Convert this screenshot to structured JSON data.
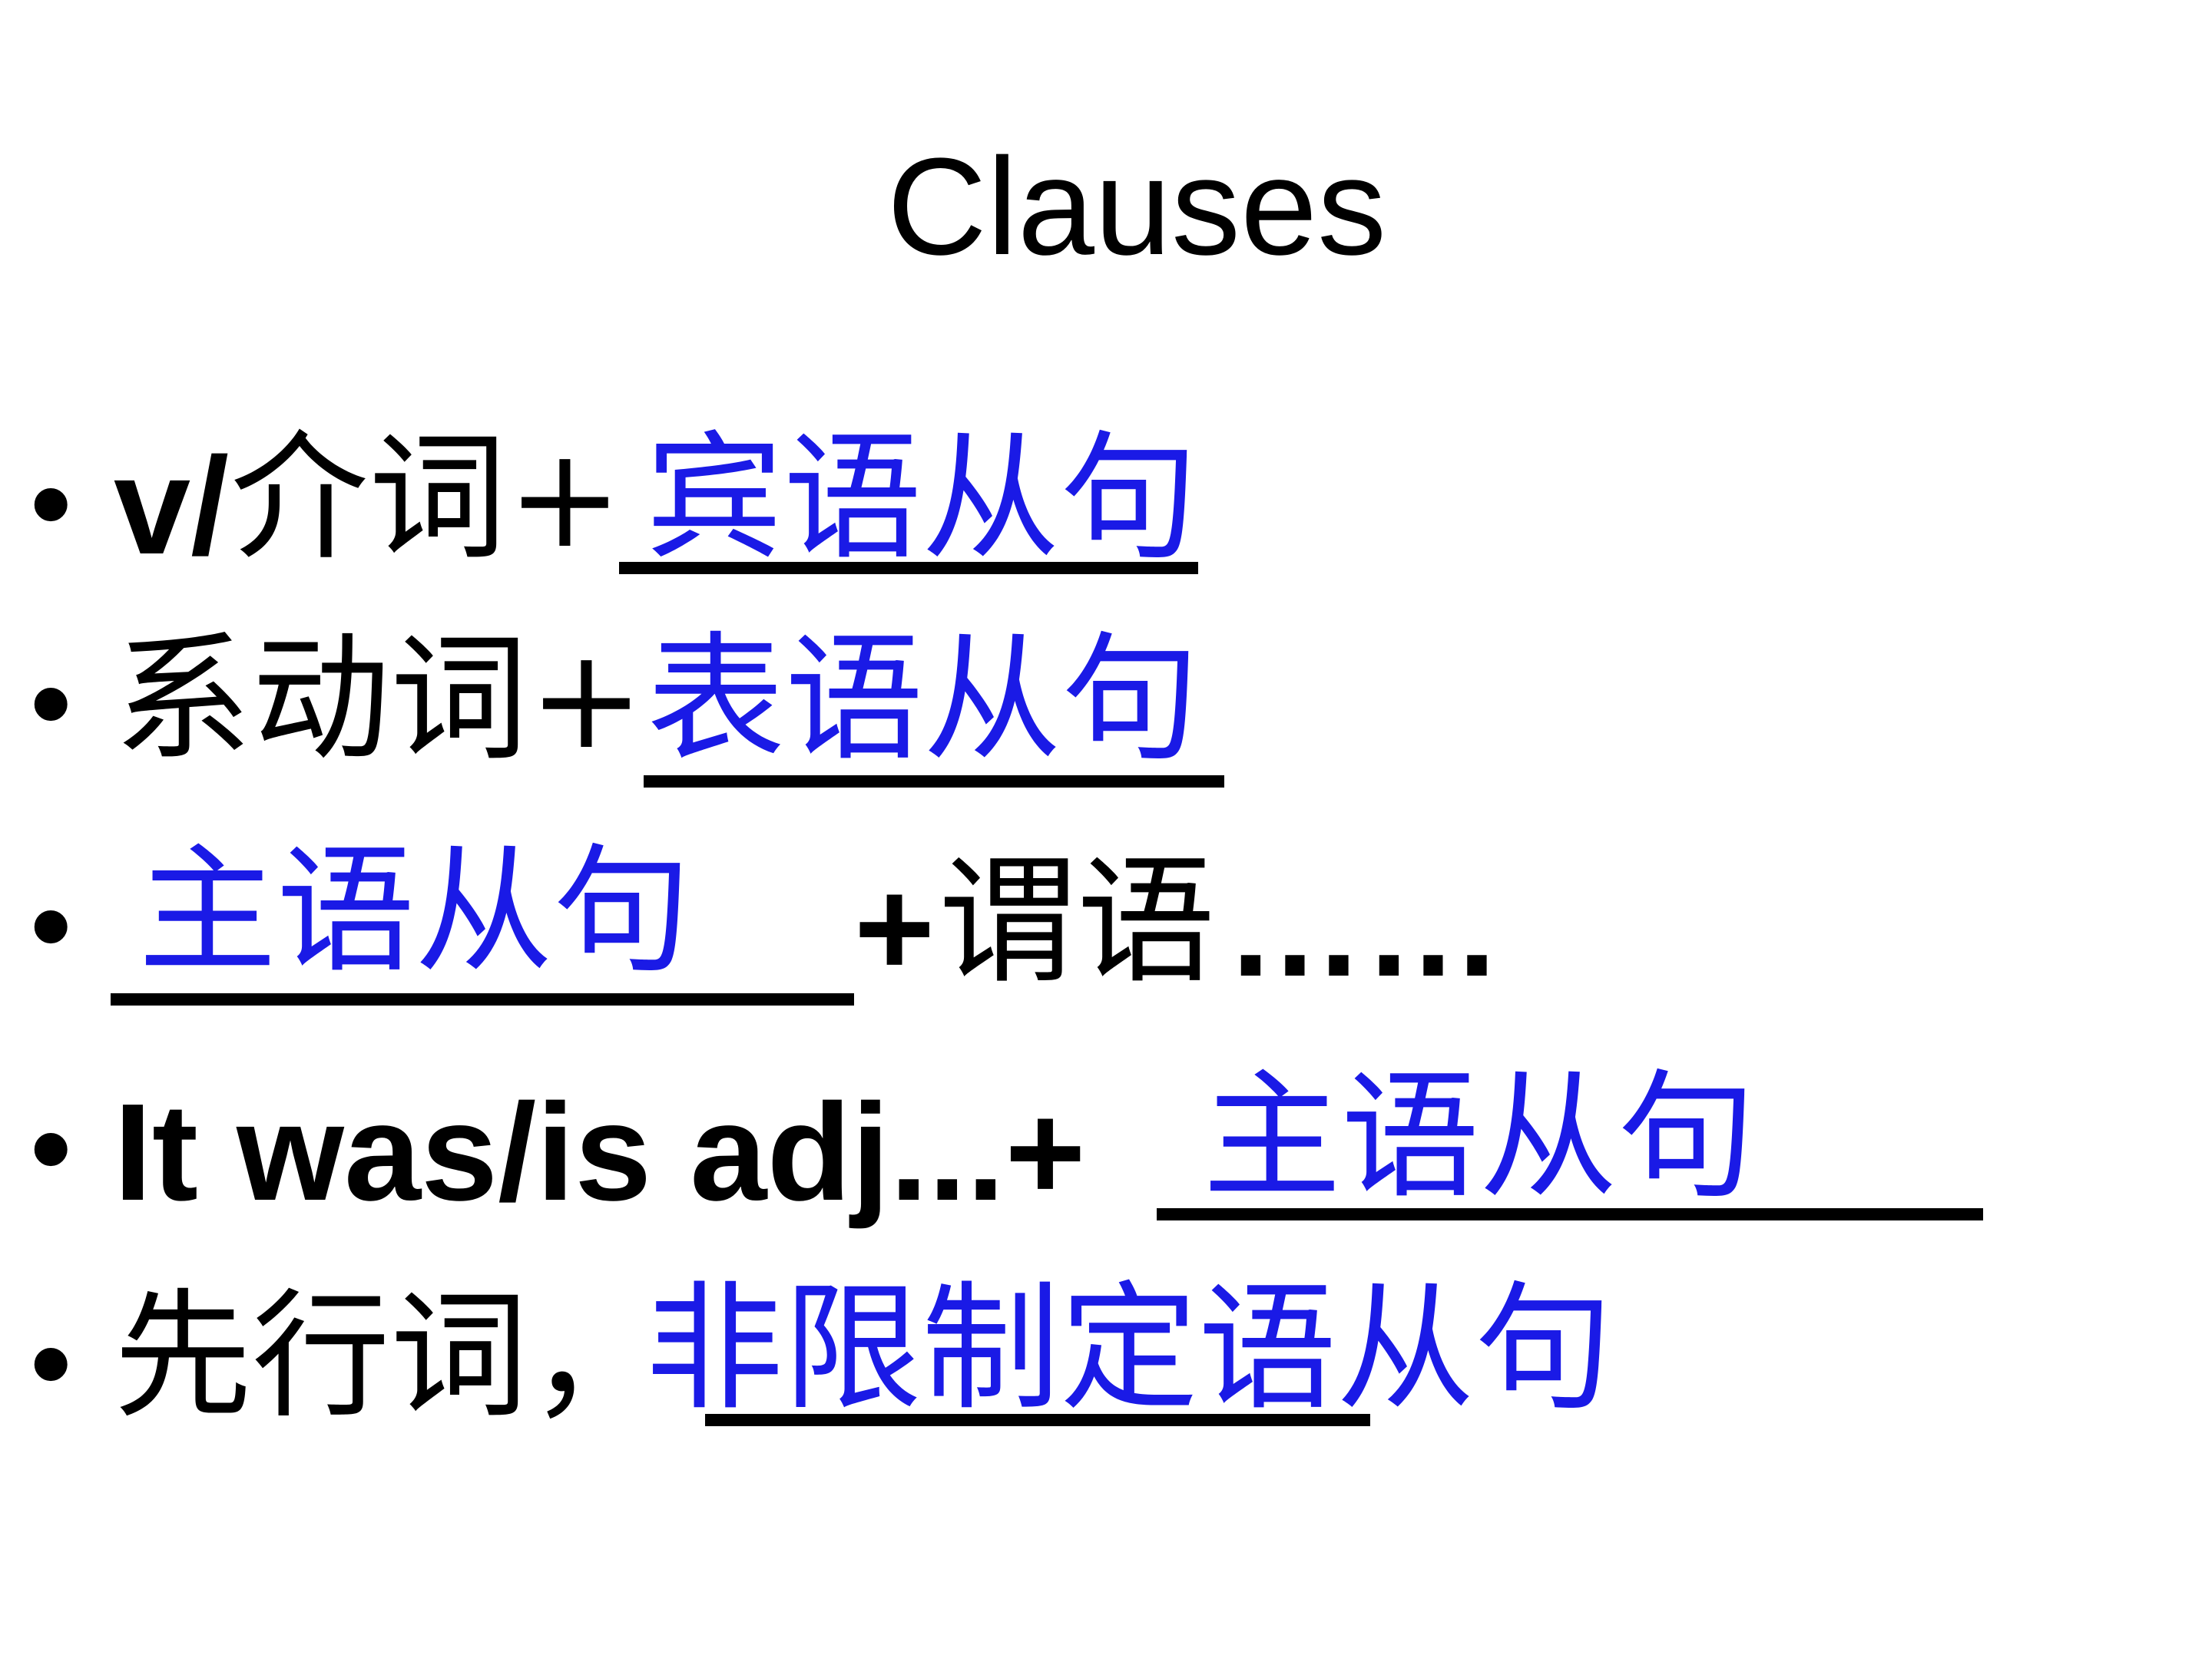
{
  "slide": {
    "title": "Clauses",
    "bullet_glyph": "•",
    "lines": [
      {
        "prefix": "v/",
        "prefix_zh": "介词+",
        "answer": "宾语从句"
      },
      {
        "prefix_zh": "系动词+",
        "answer": "表语从句"
      },
      {
        "answer": "主语从句",
        "suffix_plus": "+",
        "suffix_zh": "谓语",
        "suffix_dots": "……"
      },
      {
        "prefix": "It was/is adj...+",
        "answer": "主语从句"
      },
      {
        "prefix_zh": "先行词，",
        "answer": "非限制定语从句"
      }
    ],
    "colors": {
      "text": "#000000",
      "answer": "#1a1ae6",
      "background": "#ffffff"
    }
  }
}
